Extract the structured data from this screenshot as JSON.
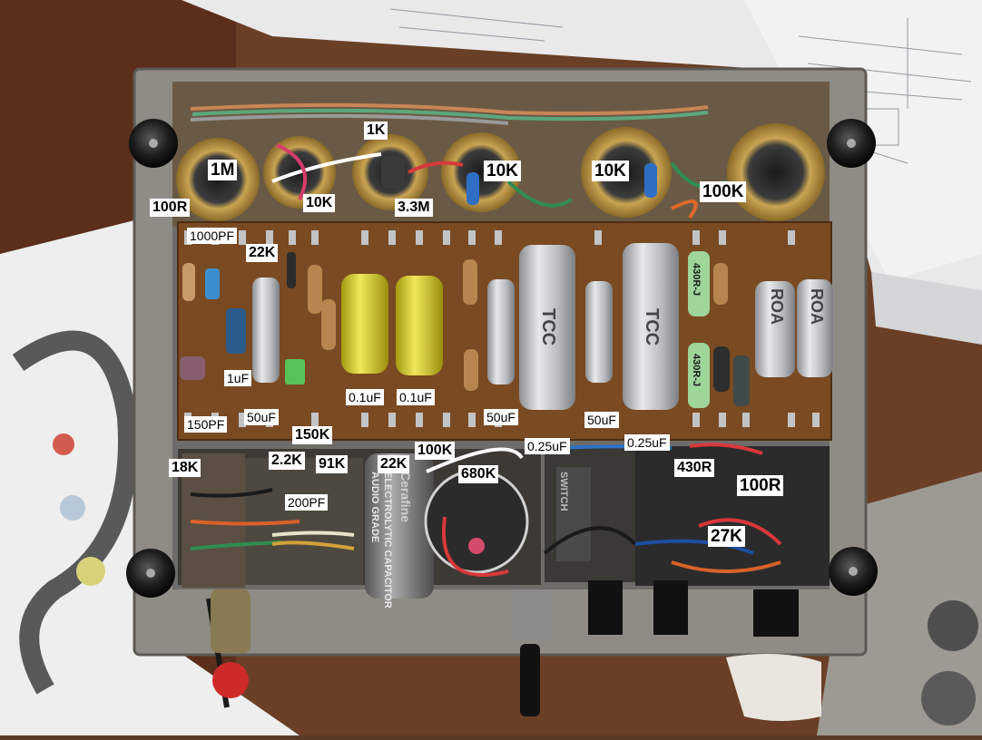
{
  "photo": {
    "subject": "Point-to-point wired tube amplifier chassis viewed from underneath",
    "colors": {
      "chassis": "#8f8c86",
      "board": "#7a4a22",
      "label_bg": "#ffffff",
      "label_text": "#000000"
    }
  },
  "component_labels": {
    "r_1m": "1M",
    "r_1k": "1K",
    "r_10k_a": "10K",
    "r_10k_b": "10K",
    "r_10k_c": "10K",
    "r_100k_top": "100K",
    "r_100r_left": "100R",
    "r_3_3m": "3.3M",
    "c_1000pf": "1000PF",
    "r_22k_top": "22K",
    "c_1uf": "1uF",
    "c_50uf_a": "50uF",
    "c_0_1uf_a": "0.1uF",
    "c_0_1uf_b": "0.1uF",
    "c_50uf_b": "50uF",
    "c_50uf_c": "50uF",
    "c_150pf": "150PF",
    "r_150k": "150K",
    "r_100k_mid": "100K",
    "c_0_25uf_a": "0.25uF",
    "c_0_25uf_b": "0.25uF",
    "r_18k": "18K",
    "r_2_2k": "2.2K",
    "r_91k": "91K",
    "r_22k_bottom": "22K",
    "r_680k": "680K",
    "r_430r": "430R",
    "r_100r_right": "100R",
    "c_200pf": "200PF",
    "r_27k": "27K"
  },
  "printed_markings": {
    "switch": "SWITCH",
    "resistor_a": "430R-J",
    "resistor_b": "430R-J",
    "capacitor_brand": "Cerafine",
    "capacitor_type": "ELECTROLYTIC CAPACITOR",
    "capacitor_grade": "AUDIO GRADE",
    "tcc_a": "TCC",
    "tcc_b": "TCC",
    "roa_a": "ROA",
    "roa_b": "ROA"
  }
}
